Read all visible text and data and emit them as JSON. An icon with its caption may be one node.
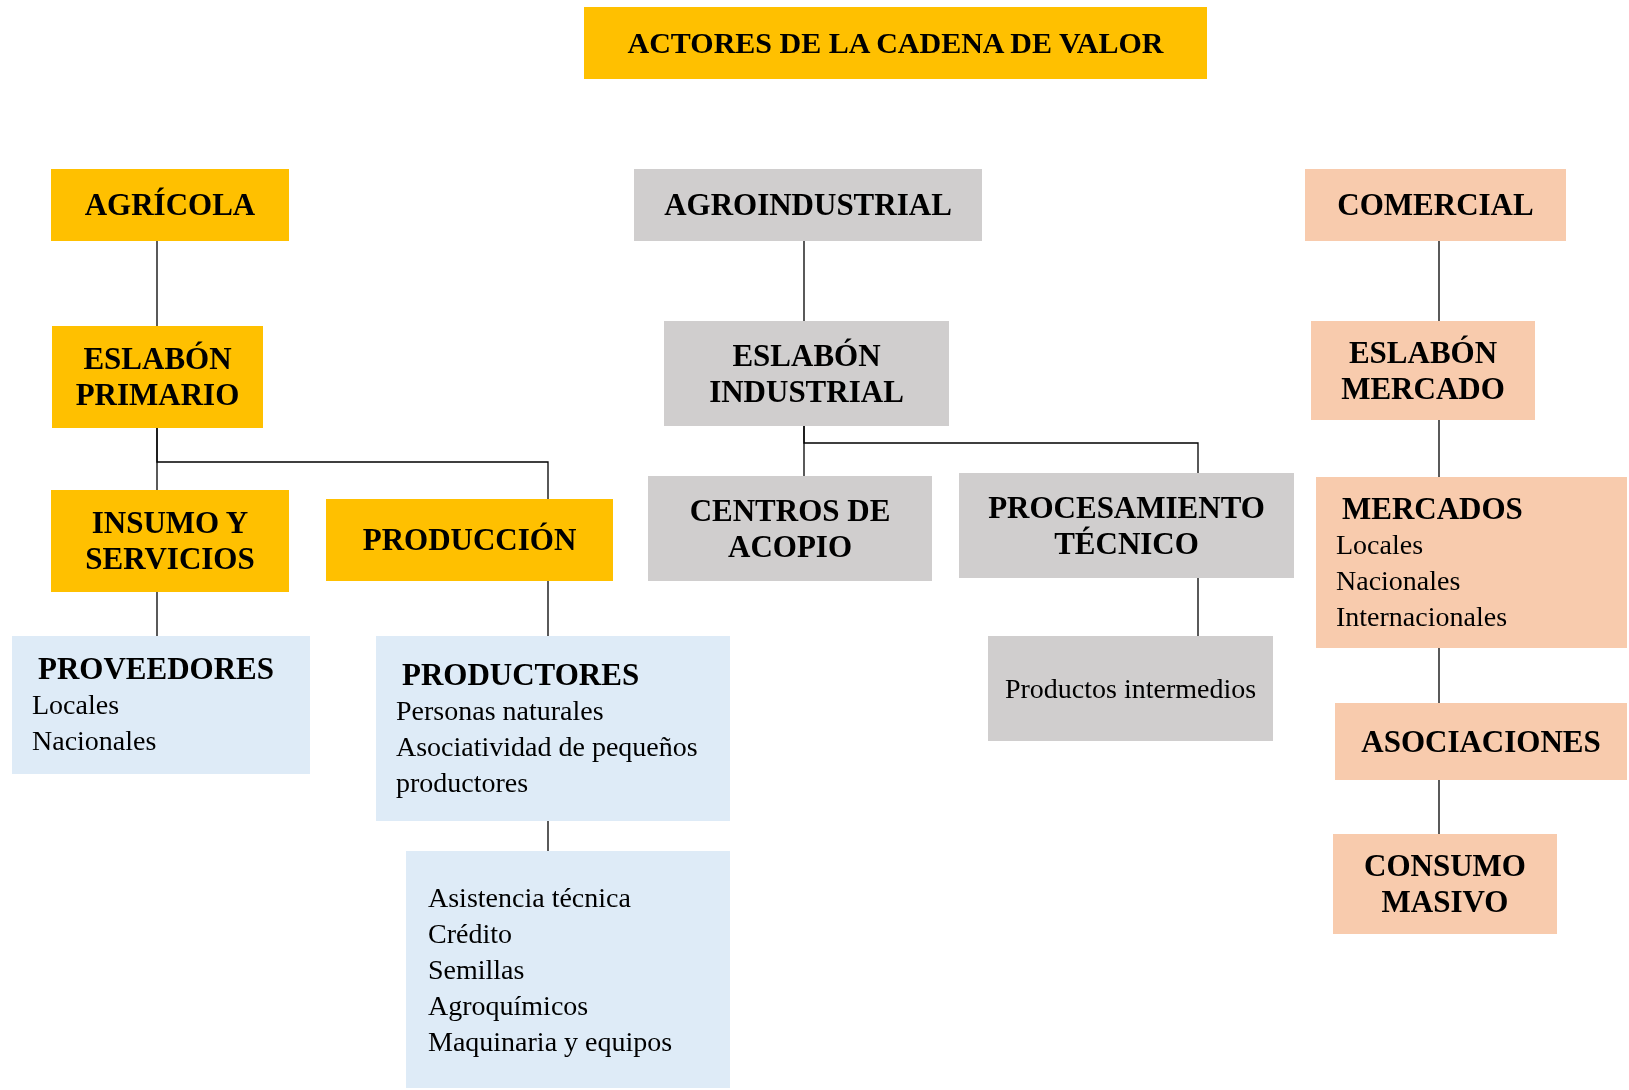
{
  "diagram": {
    "title": "ACTORES DE LA CADENA DE VALOR",
    "nodes": [
      {
        "text": [
          "AGRÍCOLA"
        ]
      },
      {
        "text": [
          "ESLABÓN PRIMARIO"
        ]
      },
      {
        "text": [
          "INSUMO Y SERVICIOS"
        ]
      },
      {
        "text": [
          "PRODUCCIÓN"
        ]
      },
      {
        "text": [
          "PROVEEDORES",
          "Locales",
          "Nacionales"
        ]
      },
      {
        "text": [
          "PRODUCTORES",
          "Personas naturales",
          "Asociatividad de pequeños productores"
        ]
      },
      {
        "text": [
          "Asistencia técnica",
          "Crédito",
          "Semillas",
          "Agroquímicos",
          "Maquinaria y equipos"
        ]
      },
      {
        "text": [
          "AGROINDUSTRIAL"
        ]
      },
      {
        "text": [
          "ESLABÓN INDUSTRIAL"
        ]
      },
      {
        "text": [
          "CENTROS DE ACOPIO"
        ]
      },
      {
        "text": [
          "PROCESAMIENTO TÉCNICO"
        ]
      },
      {
        "text": [
          "Productos intermedios"
        ]
      },
      {
        "text": [
          "COMERCIAL"
        ]
      },
      {
        "text": [
          "ESLABÓN MERCADO"
        ]
      },
      {
        "text": [
          "MERCADOS",
          "Locales",
          "Nacionales",
          "Internacionales"
        ]
      },
      {
        "text": [
          "ASOCIACIONES"
        ]
      },
      {
        "text": [
          "CONSUMO MASIVO"
        ]
      }
    ],
    "edges": [
      {
        "from": 0,
        "to": 1,
        "arrow": "none"
      },
      {
        "from": 1,
        "to": 2,
        "arrow": "none"
      },
      {
        "from": 1,
        "to": 3,
        "arrow": "none"
      },
      {
        "from": 2,
        "to": 4,
        "arrow": "none"
      },
      {
        "from": 3,
        "to": 5,
        "arrow": "none"
      },
      {
        "from": 5,
        "to": 6,
        "arrow": "none"
      },
      {
        "from": 7,
        "to": 8,
        "arrow": "none"
      },
      {
        "from": 8,
        "to": 9,
        "arrow": "none"
      },
      {
        "from": 8,
        "to": 10,
        "arrow": "none"
      },
      {
        "from": 10,
        "to": 11,
        "arrow": "none"
      },
      {
        "from": 12,
        "to": 13,
        "arrow": "none"
      },
      {
        "from": 13,
        "to": 14,
        "arrow": "none"
      },
      {
        "from": 14,
        "to": 15,
        "arrow": "none"
      },
      {
        "from": 15,
        "to": 16,
        "arrow": "none"
      }
    ]
  }
}
